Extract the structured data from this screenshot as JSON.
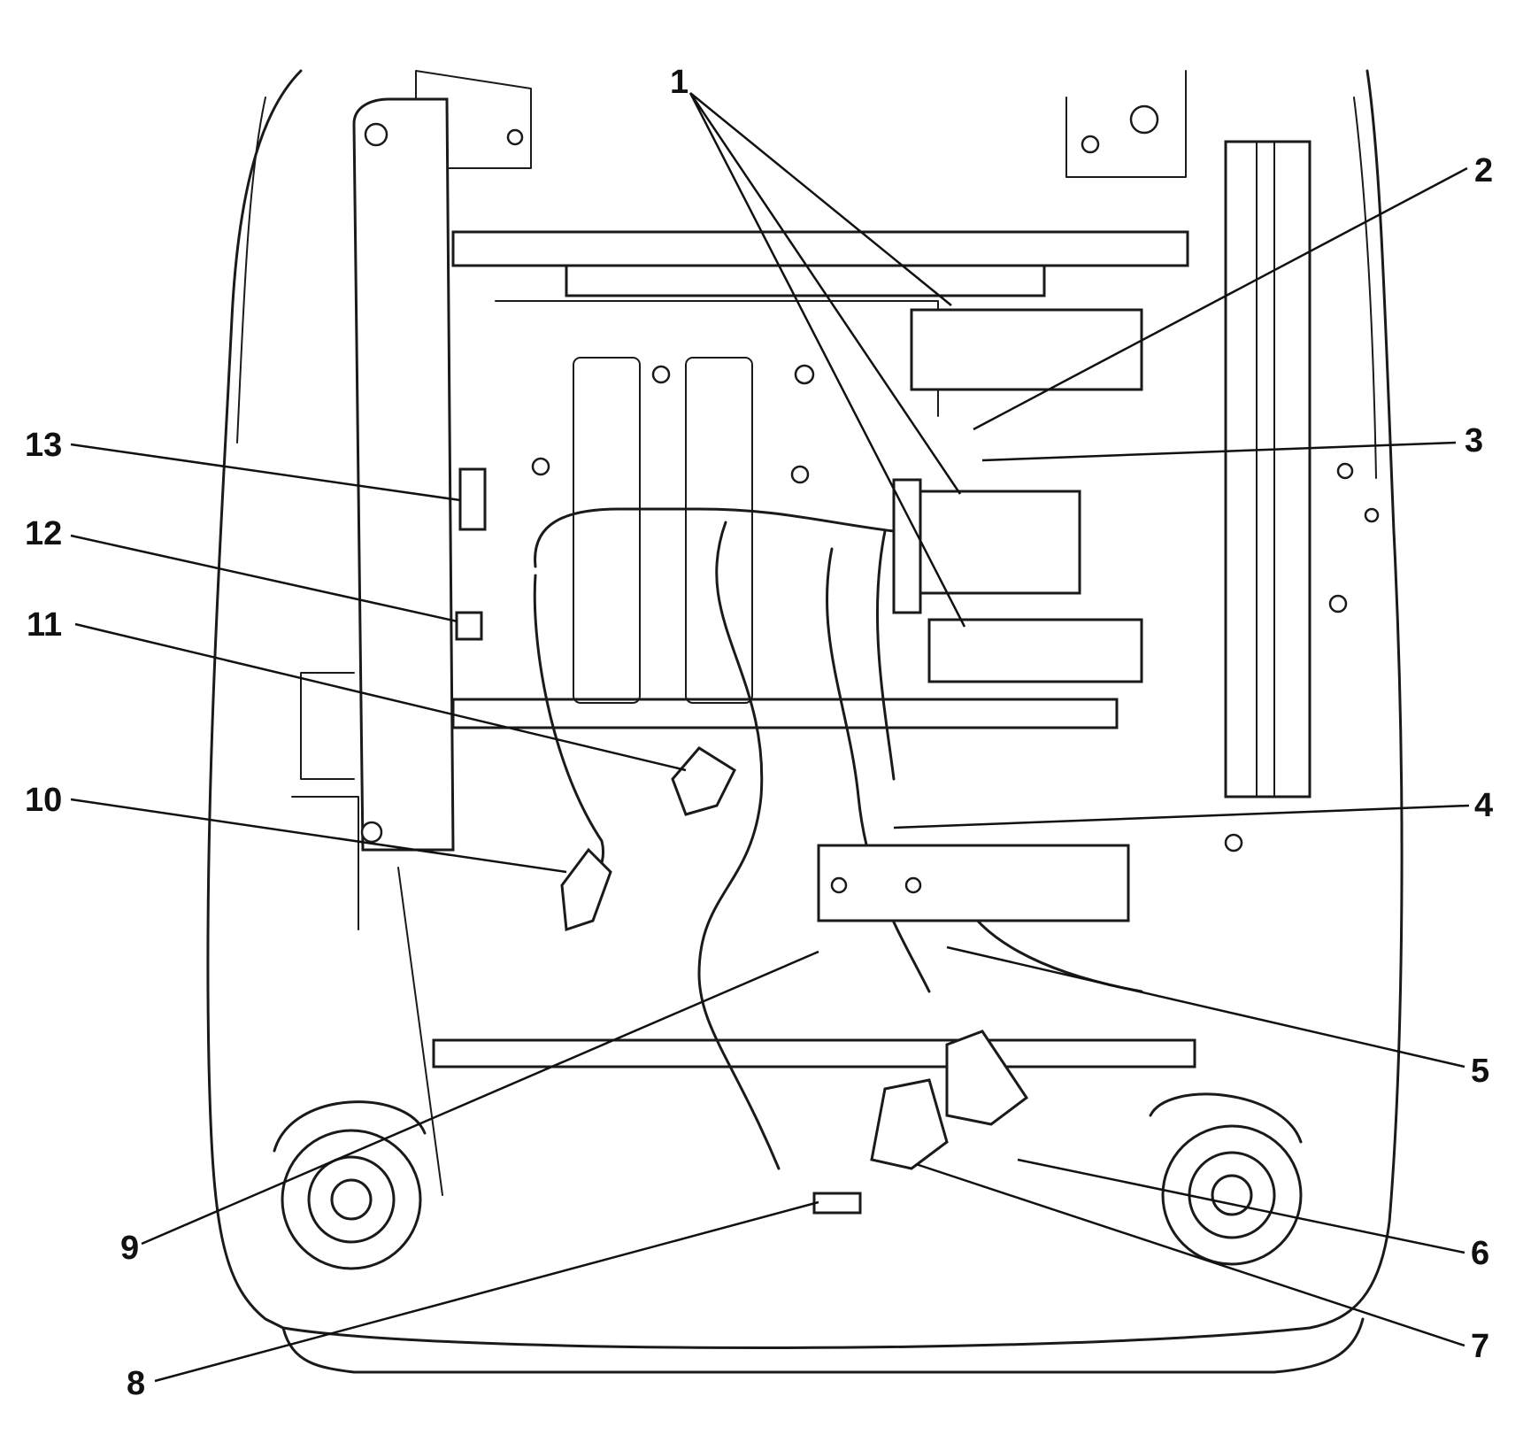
{
  "diagram": {
    "callouts": [
      {
        "id": "1",
        "label": "1"
      },
      {
        "id": "2",
        "label": "2"
      },
      {
        "id": "3",
        "label": "3"
      },
      {
        "id": "4",
        "label": "4"
      },
      {
        "id": "5",
        "label": "5"
      },
      {
        "id": "6",
        "label": "6"
      },
      {
        "id": "7",
        "label": "7"
      },
      {
        "id": "8",
        "label": "8"
      },
      {
        "id": "9",
        "label": "9"
      },
      {
        "id": "10",
        "label": "10"
      },
      {
        "id": "11",
        "label": "11"
      },
      {
        "id": "12",
        "label": "12"
      },
      {
        "id": "13",
        "label": "13"
      }
    ],
    "colors": {
      "ink": "#1a1a1a",
      "background": "#ffffff"
    }
  }
}
